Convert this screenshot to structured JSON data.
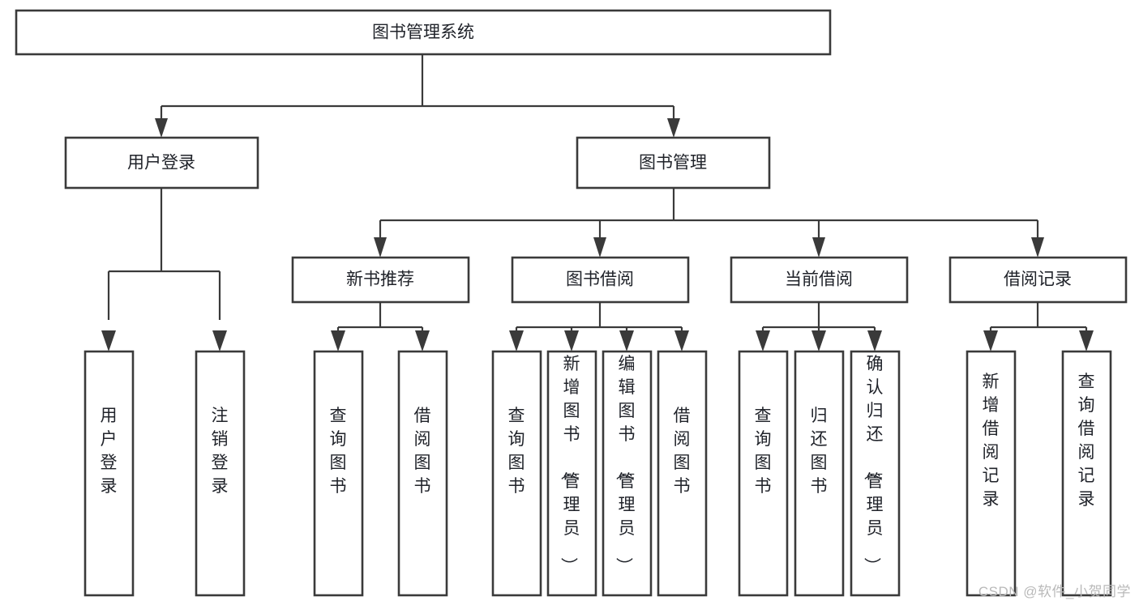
{
  "diagram": {
    "type": "tree-hierarchy",
    "title": "图书管理系统",
    "watermark": "CSDN @软件_小贺同学",
    "colors": {
      "box_stroke": "#3a3a3a",
      "box_fill": "#ffffff",
      "connector": "#3a3a3a",
      "text": "#20232a",
      "watermark": "#b9b9b9",
      "background": "#ffffff"
    },
    "levels": {
      "root": {
        "label": "图书管理系统"
      },
      "level2": [
        {
          "id": "user-login",
          "label": "用户登录"
        },
        {
          "id": "book-manage",
          "label": "图书管理"
        }
      ],
      "level3": [
        {
          "id": "new-book-recommend",
          "label": "新书推荐",
          "parent": "book-manage"
        },
        {
          "id": "book-borrow",
          "label": "图书借阅",
          "parent": "book-manage"
        },
        {
          "id": "current-borrow",
          "label": "当前借阅",
          "parent": "book-manage"
        },
        {
          "id": "borrow-record",
          "label": "借阅记录",
          "parent": "book-manage"
        }
      ],
      "leaves": [
        {
          "id": "leaf-user-login",
          "label": "用户登录",
          "parent": "user-login"
        },
        {
          "id": "leaf-logout-login",
          "label": "注销登录",
          "parent": "user-login"
        },
        {
          "id": "leaf-query-book-1",
          "label": "查询图书",
          "parent": "new-book-recommend"
        },
        {
          "id": "leaf-borrow-book-1",
          "label": "借阅图书",
          "parent": "new-book-recommend"
        },
        {
          "id": "leaf-query-book-2",
          "label": "查询图书",
          "parent": "book-borrow"
        },
        {
          "id": "leaf-add-book",
          "label": "新增图书（管理员）",
          "parent": "book-borrow"
        },
        {
          "id": "leaf-edit-book",
          "label": "编辑图书（管理员）",
          "parent": "book-borrow"
        },
        {
          "id": "leaf-borrow-book-2",
          "label": "借阅图书",
          "parent": "book-borrow"
        },
        {
          "id": "leaf-query-book-3",
          "label": "查询图书",
          "parent": "current-borrow"
        },
        {
          "id": "leaf-return-book",
          "label": "归还图书",
          "parent": "current-borrow"
        },
        {
          "id": "leaf-confirm-return",
          "label": "确认归还（管理员）",
          "parent": "current-borrow"
        },
        {
          "id": "leaf-add-record",
          "label": "新增借阅记录",
          "parent": "borrow-record"
        },
        {
          "id": "leaf-query-record",
          "label": "查询借阅记录",
          "parent": "borrow-record"
        }
      ]
    }
  }
}
